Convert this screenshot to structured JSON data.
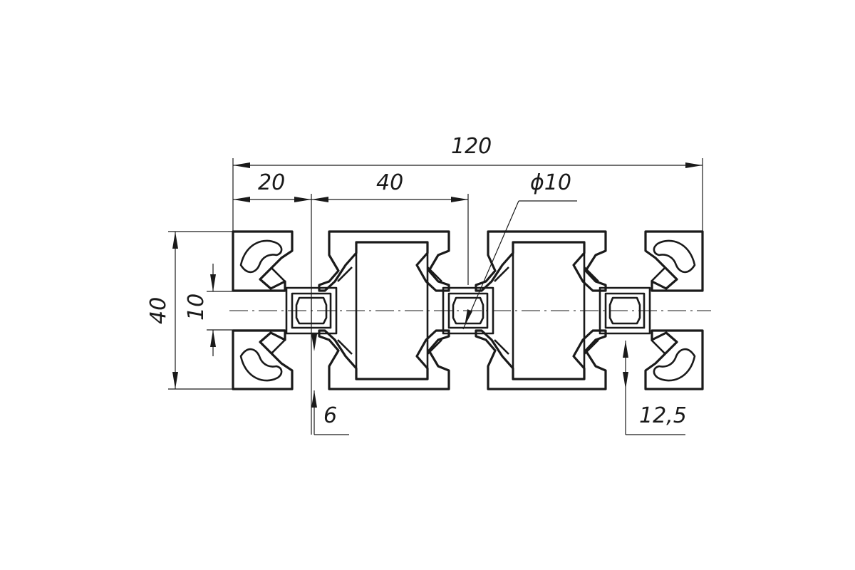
{
  "dimensions": {
    "overall_width": "120",
    "end_offset": "20",
    "center_pitch": "40",
    "bore_diameter": "ϕ10",
    "height": "40",
    "slot_width": "10",
    "slot_depth": "6",
    "slot_offset": "12,5"
  }
}
